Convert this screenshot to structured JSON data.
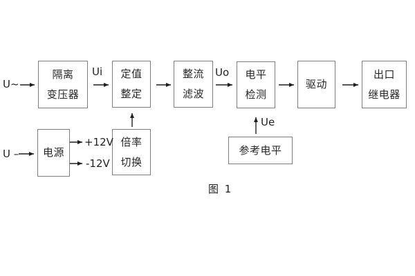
{
  "diagram": {
    "caption": "图 1",
    "inputs": {
      "ac_label": "U~",
      "dc_label": "U –"
    },
    "signals": {
      "ui": "Ui",
      "uo": "Uo",
      "ue": "Ue",
      "plus12v": "+12V",
      "minus12v": "-12V"
    },
    "blocks": {
      "isolation_transformer": {
        "line1": "隔离",
        "line2": "变压器"
      },
      "value_setting": {
        "line1": "定值",
        "line2": "整定"
      },
      "rectifier_filter": {
        "line1": "整流",
        "line2": "滤波"
      },
      "level_detection": {
        "line1": "电平",
        "line2": "检测"
      },
      "driver": {
        "label": "驱动"
      },
      "output_relay": {
        "line1": "出口",
        "line2": "继电器"
      },
      "power_supply": {
        "label": "电源"
      },
      "ratio_switch": {
        "line1": "倍率",
        "line2": "切换"
      },
      "reference_level": {
        "label": "参考电平"
      }
    },
    "colors": {
      "background": "#ffffff",
      "box_border": "#7d7d7d",
      "arrow_line": "#1f1f1f",
      "text": "#262626"
    }
  }
}
